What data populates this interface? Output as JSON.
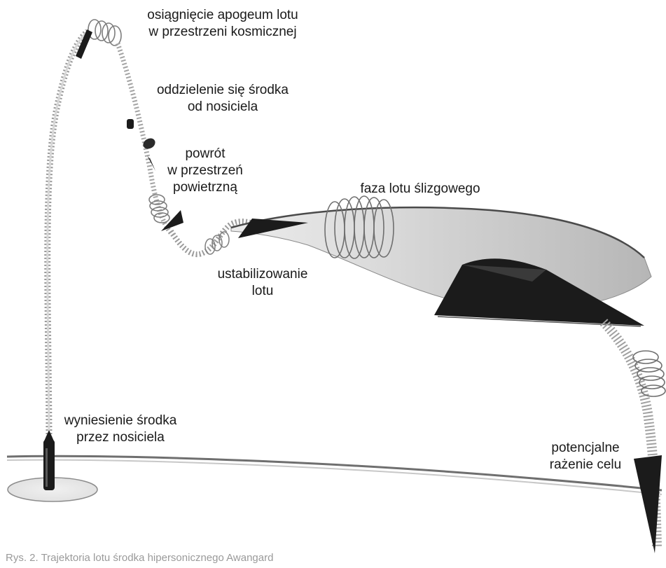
{
  "labels": {
    "apogee": [
      "osiągnięcie apogeum lotu",
      "w przestrzeni kosmicznej"
    ],
    "separation": [
      "oddzielenie się środka",
      "od nosiciela"
    ],
    "reentry": [
      "powrót",
      "w przestrzeń",
      "powietrzną"
    ],
    "glide": [
      "faza lotu ślizgowego"
    ],
    "stabilization": [
      "ustabilizowanie",
      "lotu"
    ],
    "launch": [
      "wyniesienie środka",
      "przez nosiciela"
    ],
    "impact": [
      "potencjalne",
      "rażenie celu"
    ]
  },
  "caption": "Rys. 2. Trajektoria lotu środka hipersonicznego Awangard",
  "colors": {
    "vehicle": "#1b1b1b",
    "trail": "#8a8a8a",
    "ground": "#6f6f6f",
    "text": "#1a1a1a",
    "caption": "#9a9a9a"
  }
}
